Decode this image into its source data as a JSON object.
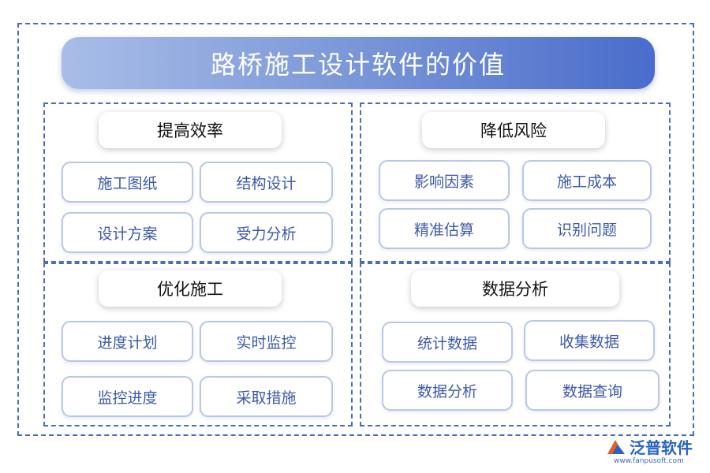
{
  "title": "路桥施工设计软件的价值",
  "sections": [
    {
      "header": "提高效率",
      "items": [
        "施工图纸",
        "结构设计",
        "设计方案",
        "受力分析"
      ]
    },
    {
      "header": "降低风险",
      "items": [
        "影响因素",
        "施工成本",
        "精准估算",
        "识别问题"
      ]
    },
    {
      "header": "优化施工",
      "items": [
        "进度计划",
        "实时监控",
        "监控进度",
        "采取措施"
      ]
    },
    {
      "header": "数据分析",
      "items": [
        "统计数据",
        "收集数据",
        "数据分析",
        "数据查询"
      ]
    }
  ],
  "watermark": {
    "text": "泛普软件"
  },
  "logo": {
    "name": "泛普软件",
    "url": "www.fanpusoft.com"
  },
  "colors": {
    "border": "#4a6cc0",
    "item_text": "#3d5aa8",
    "title_gradient_end": "#4a6ccb"
  }
}
